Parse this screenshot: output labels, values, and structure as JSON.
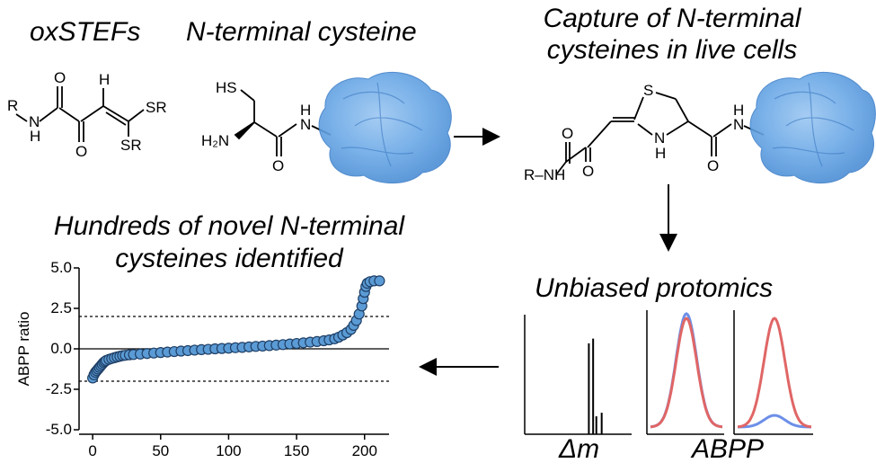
{
  "titles": {
    "oxstefs": "oxSTEFs",
    "nterm": "N-terminal cysteine",
    "capture_line1": "Capture of N-terminal",
    "capture_line2": "cysteines in live cells",
    "hundreds_line1": "Hundreds of novel N-terminal",
    "hundreds_line2": "cysteines identified",
    "proteomics": "Unbiased protomics"
  },
  "molecule_labels": {
    "R": "R",
    "N": "N",
    "H": "H",
    "O": "O",
    "SR": "SR",
    "HS": "HS",
    "H2N": "H₂N",
    "S": "S",
    "RNH": "R–NH"
  },
  "bottom_labels": {
    "delta_m": "Δm",
    "abpp": "ABPP"
  },
  "chart_data": {
    "type": "scatter",
    "title": "",
    "xlabel": "",
    "ylabel": "ABPP ratio",
    "xlim": [
      -10,
      218
    ],
    "ylim": [
      -5.0,
      5.0
    ],
    "x_ticks": [
      "0",
      "50",
      "100",
      "150",
      "200"
    ],
    "y_ticks": [
      "5.0",
      "2.5",
      "0.0",
      "-2.5",
      "-5.0"
    ],
    "reference_lines": [
      2.0,
      -2.0
    ],
    "zero_line": 0.0,
    "point_color": "#5b9bd5",
    "points": [
      [
        0,
        -1.8
      ],
      [
        1,
        -1.6
      ],
      [
        2,
        -1.45
      ],
      [
        3,
        -1.35
      ],
      [
        4,
        -1.25
      ],
      [
        5,
        -1.15
      ],
      [
        6,
        -1.05
      ],
      [
        7,
        -0.95
      ],
      [
        8,
        -0.85
      ],
      [
        9,
        -0.78
      ],
      [
        10,
        -0.72
      ],
      [
        12,
        -0.65
      ],
      [
        14,
        -0.6
      ],
      [
        16,
        -0.55
      ],
      [
        18,
        -0.5
      ],
      [
        20,
        -0.46
      ],
      [
        22,
        -0.42
      ],
      [
        24,
        -0.4
      ],
      [
        27,
        -0.37
      ],
      [
        30,
        -0.35
      ],
      [
        35,
        -0.32
      ],
      [
        40,
        -0.29
      ],
      [
        45,
        -0.26
      ],
      [
        50,
        -0.23
      ],
      [
        55,
        -0.2
      ],
      [
        60,
        -0.17
      ],
      [
        65,
        -0.14
      ],
      [
        70,
        -0.11
      ],
      [
        75,
        -0.08
      ],
      [
        80,
        -0.05
      ],
      [
        85,
        -0.03
      ],
      [
        90,
        0.0
      ],
      [
        95,
        0.02
      ],
      [
        100,
        0.04
      ],
      [
        105,
        0.07
      ],
      [
        110,
        0.09
      ],
      [
        115,
        0.12
      ],
      [
        120,
        0.15
      ],
      [
        125,
        0.17
      ],
      [
        130,
        0.2
      ],
      [
        135,
        0.23
      ],
      [
        140,
        0.26
      ],
      [
        145,
        0.3
      ],
      [
        150,
        0.33
      ],
      [
        155,
        0.37
      ],
      [
        160,
        0.41
      ],
      [
        165,
        0.45
      ],
      [
        170,
        0.5
      ],
      [
        174,
        0.55
      ],
      [
        178,
        0.62
      ],
      [
        181,
        0.72
      ],
      [
        184,
        0.85
      ],
      [
        187,
        1.0
      ],
      [
        190,
        1.2
      ],
      [
        192,
        1.45
      ],
      [
        194,
        1.75
      ],
      [
        196,
        2.15
      ],
      [
        198,
        2.65
      ],
      [
        199,
        3.1
      ],
      [
        200,
        3.5
      ],
      [
        201,
        3.85
      ],
      [
        202,
        4.05
      ],
      [
        204,
        4.15
      ],
      [
        207,
        4.2
      ],
      [
        211,
        4.2
      ]
    ]
  },
  "spectrum_data": {
    "type": "bar",
    "xlabel": "Δm",
    "peaks": [
      [
        0.6,
        0.76
      ],
      [
        0.64,
        0.8
      ],
      [
        0.67,
        0.15
      ],
      [
        0.72,
        0.18
      ]
    ]
  },
  "abpp_data": {
    "type": "line",
    "xlabel": "ABPP",
    "panels": [
      {
        "red_peak": 0.93,
        "blue_peak": 0.97
      },
      {
        "red_peak": 0.93,
        "blue_peak": 0.1
      }
    ],
    "red_color": "#e06666",
    "blue_color": "#6d8fe8"
  }
}
